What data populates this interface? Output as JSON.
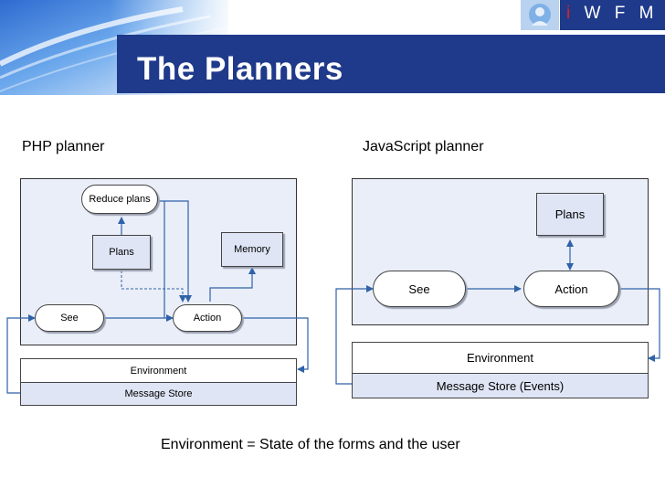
{
  "header": {
    "title": "The Planners",
    "brand_i": "i",
    "brand_rest": "W F M S"
  },
  "php": {
    "label": "PHP planner",
    "nodes": {
      "reduce_plans": "Reduce plans",
      "plans": "Plans",
      "memory": "Memory",
      "see": "See",
      "action": "Action"
    },
    "environment": "Environment",
    "message_store": "Message Store"
  },
  "js": {
    "label": "JavaScript planner",
    "nodes": {
      "plans": "Plans",
      "see": "See",
      "action": "Action"
    },
    "environment": "Environment",
    "message_store": "Message Store (Events)"
  },
  "footer": {
    "note": "Environment = State of the forms and the user"
  },
  "colors": {
    "title_bar": "#1f3a8a",
    "panel_bg": "#eaeef8",
    "arrow": "#2f62a8",
    "accent_red": "#e02020"
  }
}
